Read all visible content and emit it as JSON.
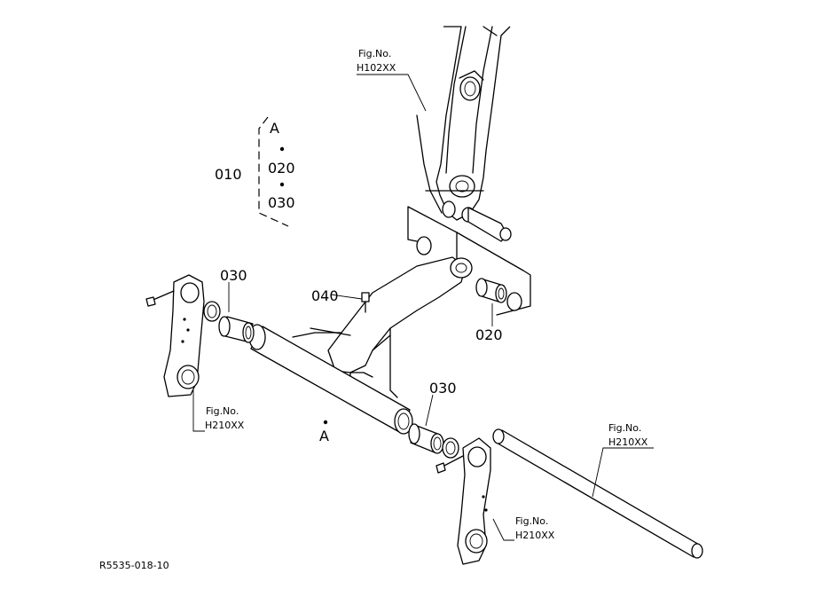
{
  "labels": {
    "group_010": "010",
    "callout_A_top": "A",
    "group_020": "020",
    "group_030": "030",
    "bushing_030_left": "030",
    "bushing_030_right": "030",
    "bushing_020": "020",
    "grease_040": "040",
    "point_A": "A"
  },
  "fig_refs": [
    {
      "line1": "Fig.No.",
      "line2": "H102XX"
    },
    {
      "line1": "Fig.No.",
      "line2": "H210XX"
    },
    {
      "line1": "Fig.No.",
      "line2": "H210XX"
    },
    {
      "line1": "Fig.No.",
      "line2": "H210XX"
    }
  ],
  "drawing_ref": "R5535-018-10"
}
